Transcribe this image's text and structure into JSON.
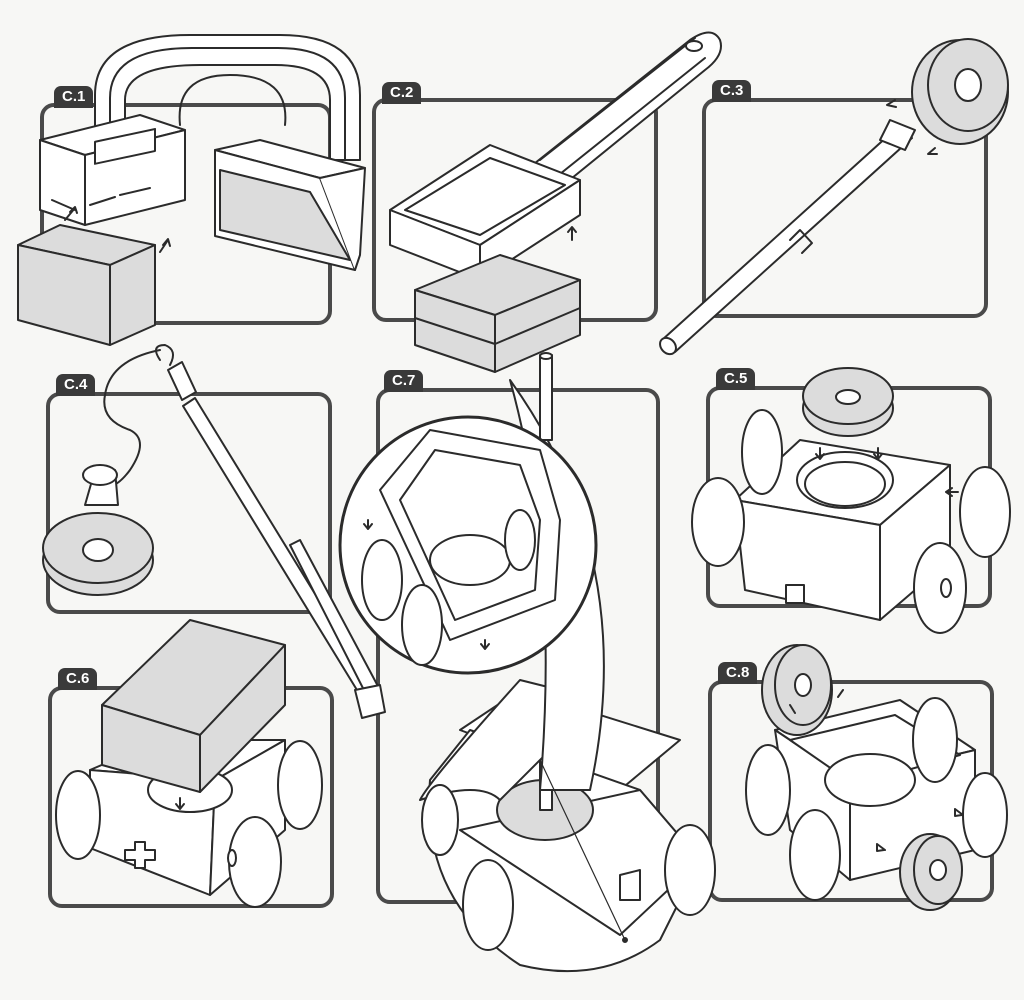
{
  "panels": {
    "c1": {
      "label": "C.1"
    },
    "c2": {
      "label": "C.2"
    },
    "c3": {
      "label": "C.3"
    },
    "c4": {
      "label": "C.4"
    },
    "c5": {
      "label": "C.5"
    },
    "c6": {
      "label": "C.6"
    },
    "c7": {
      "label": "C.7"
    },
    "c8": {
      "label": "C.8"
    }
  },
  "colors": {
    "frame": "#4a4a4a",
    "line": "#2b2b2b",
    "fill_light": "#ffffff",
    "fill_grey": "#dcdcdc",
    "background": "#f7f7f5"
  }
}
